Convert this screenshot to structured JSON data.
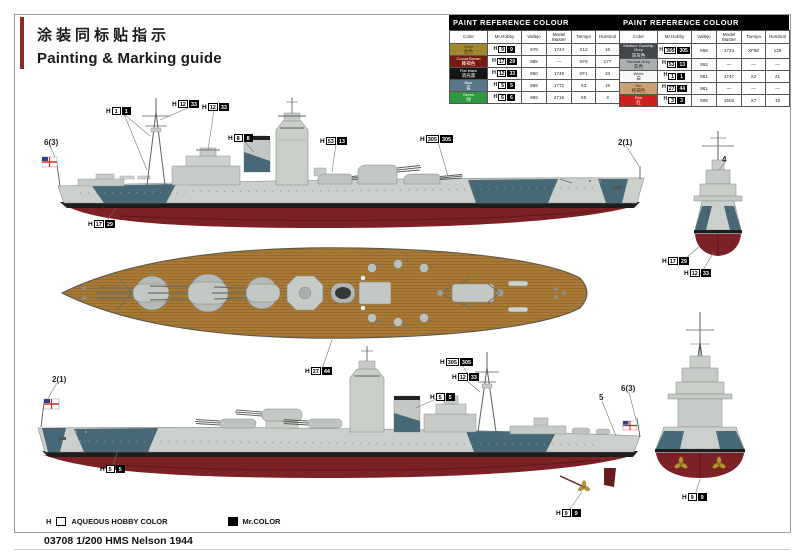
{
  "header": {
    "title_cn": "涂装同标贴指示",
    "title_en": "Painting & Marking guide"
  },
  "footer": {
    "kit_text": "03708 1/200 HMS Nelson 1944"
  },
  "legend": {
    "h_prefix": "H",
    "aqueous_label": "AQUEOUS HOBBY COLOR",
    "mr_color_label": "Mr.COLOR"
  },
  "paint_tables": [
    {
      "title": "PAINT  REFERENCE  COLOUR",
      "columns": [
        "Color",
        "Mr.Hobby",
        "Vallejo",
        "Model Master",
        "Tamiya",
        "Humbrol"
      ],
      "rows": [
        {
          "name": "Gold",
          "name_cn": "金色",
          "swatch": "#a3872c",
          "text": "#3a3206",
          "aqueous": "9",
          "mr": "9",
          "vallejo": "878",
          "model_master": "1744",
          "tamiya": "X12",
          "humbrol": "16"
        },
        {
          "name": "Cocoa Brown",
          "name_cn": "椰褐色",
          "swatch": "#791a10",
          "text": "#ffffff",
          "aqueous": "17",
          "mr": "29",
          "vallejo": "985",
          "model_master": "—",
          "tamiya": "XF9",
          "humbrol": "177"
        },
        {
          "name": "Flat black",
          "name_cn": "消光黑",
          "swatch": "#151515",
          "text": "#ffffff",
          "aqueous": "12",
          "mr": "33",
          "vallejo": "950",
          "model_master": "1749",
          "tamiya": "XF1",
          "humbrol": "33"
        },
        {
          "name": "Blue",
          "name_cn": "蓝",
          "swatch": "#5c7689",
          "text": "#ffffff",
          "aqueous": "5",
          "mr": "5",
          "vallejo": "899",
          "model_master": "1772",
          "tamiya": "X3",
          "humbrol": "15"
        },
        {
          "name": "Green",
          "name_cn": "绿",
          "swatch": "#2f9742",
          "text": "#ffffff",
          "aqueous": "6",
          "mr": "6",
          "vallejo": "969",
          "model_master": "2716",
          "tamiya": "X5",
          "humbrol": "3"
        }
      ]
    },
    {
      "title": "PAINT  REFERENCE  COLOUR",
      "columns": [
        "Color",
        "Mr.Hobby",
        "Vallejo",
        "Model Master",
        "Tamiya",
        "Humbrol"
      ],
      "rows": [
        {
          "name": "Medium Gunship Grey",
          "name_cn": "深灰色",
          "swatch": "#41464a",
          "text": "#ffffff",
          "aqueous": "305",
          "mr": "305",
          "vallejo": "868",
          "model_master": "1723",
          "tamiya": "XF58",
          "humbrol": "125"
        },
        {
          "name": "Neutral Grey",
          "name_cn": "灰色",
          "swatch": "#aab0b0",
          "text": "#222222",
          "aqueous": "53",
          "mr": "13",
          "vallejo": "992",
          "model_master": "—",
          "tamiya": "—",
          "humbrol": "—"
        },
        {
          "name": "White",
          "name_cn": "白",
          "swatch": "#f8f8f6",
          "text": "#222222",
          "aqueous": "1",
          "mr": "1",
          "vallejo": "951",
          "model_master": "1747",
          "tamiya": "X2",
          "humbrol": "21"
        },
        {
          "name": "Tan",
          "name_cn": "棕褐色",
          "swatch": "#c8a272",
          "text": "#3c2f1a",
          "aqueous": "27",
          "mr": "44",
          "vallejo": "981",
          "model_master": "—",
          "tamiya": "—",
          "humbrol": "—"
        },
        {
          "name": "Red",
          "name_cn": "红",
          "swatch": "#d01f1f",
          "text": "#ffffff",
          "aqueous": "3",
          "mr": "3",
          "vallejo": "908",
          "model_master": "1503",
          "tamiya": "X7",
          "humbrol": "19"
        }
      ]
    }
  ],
  "callouts": [
    {
      "aqueous": "1",
      "mr": "1"
    },
    {
      "aqueous": "12",
      "mr": "33"
    },
    {
      "aqueous": "12",
      "mr": "33"
    },
    {
      "aqueous": "8",
      "mr": "8"
    },
    {
      "aqueous": "53",
      "mr": "13"
    },
    {
      "aqueous": "17",
      "mr": "29"
    },
    {
      "aqueous": "305",
      "mr": "305"
    },
    {
      "aqueous": "27",
      "mr": "44"
    },
    {
      "aqueous": "305",
      "mr": "305"
    },
    {
      "aqueous": "12",
      "mr": "33"
    },
    {
      "aqueous": "5",
      "mr": "5"
    },
    {
      "aqueous": "9",
      "mr": "9"
    },
    {
      "aqueous": "17",
      "mr": "29"
    },
    {
      "aqueous": "12",
      "mr": "33"
    },
    {
      "aqueous": "9",
      "mr": "9"
    },
    {
      "aqueous": "5",
      "mr": "5"
    }
  ],
  "view_labels": [
    "6(3)",
    "2(1)",
    "4",
    "2(1)",
    "5",
    "6(3)"
  ],
  "colors": {
    "hull_red": "#7c2125",
    "camo_blue": "#466877",
    "hull_grey": "#cbd0cc",
    "deck_wood": "#a87a36",
    "brass": "#b2952f"
  }
}
